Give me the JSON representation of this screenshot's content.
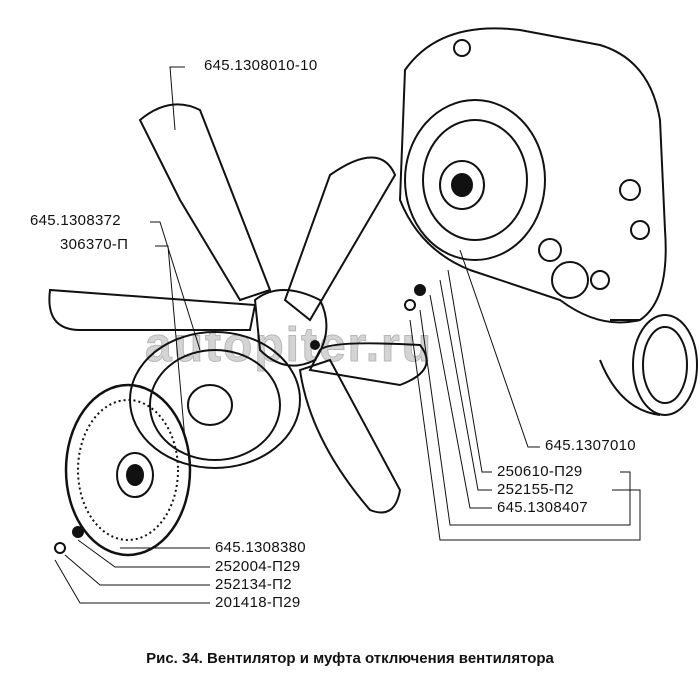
{
  "figure": {
    "caption": "Рис. 34. Вентилятор и муфта отключения вентилятора",
    "watermark": "autopiter.ru",
    "labels": {
      "fan": "645.1308010-10",
      "hub": "645.1308372",
      "ring": "306370-П",
      "pump": "645.1307010",
      "bolt1": "250610-П29",
      "washer1": "252155-П2",
      "spacer": "645.1308407",
      "clutch": "645.1308380",
      "nut2": "252004-П29",
      "washer2": "252134-П2",
      "bolt2": "201418-П29"
    }
  }
}
